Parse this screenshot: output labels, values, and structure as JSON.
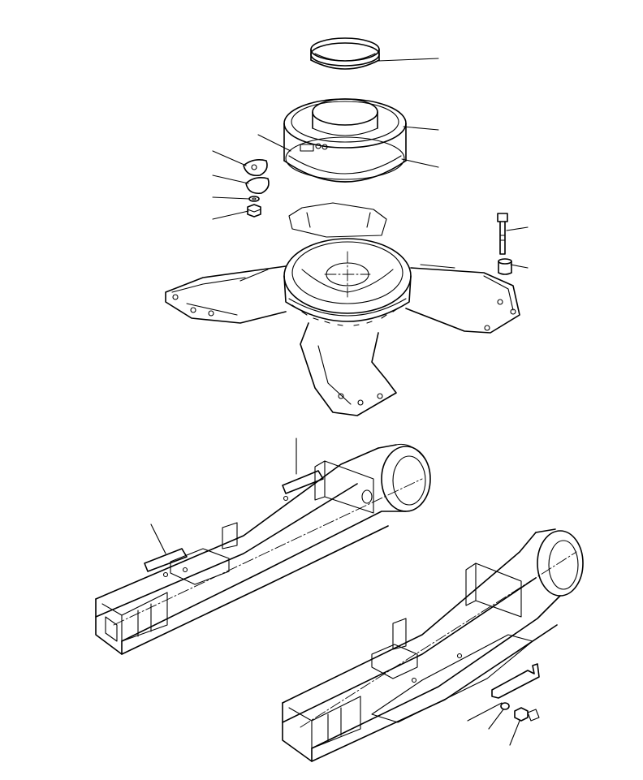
{
  "diagram": {
    "components": [
      {
        "name": "seal-ring",
        "icon": "ring-icon"
      },
      {
        "name": "swing-circle-outer-race",
        "icon": "bearing-icon"
      },
      {
        "name": "swing-circle-inner-race",
        "icon": "bearing-icon"
      },
      {
        "name": "plate",
        "icon": "plate-icon"
      },
      {
        "name": "gasket",
        "icon": "gasket-icon"
      },
      {
        "name": "washer",
        "icon": "washer-icon"
      },
      {
        "name": "nut",
        "icon": "nut-icon"
      },
      {
        "name": "bolt",
        "icon": "bolt-icon"
      },
      {
        "name": "spacer",
        "icon": "spacer-icon"
      },
      {
        "name": "track-frame-left",
        "icon": "frame-icon"
      },
      {
        "name": "track-frame-right",
        "icon": "frame-icon"
      },
      {
        "name": "guard-bracket",
        "icon": "bracket-icon"
      }
    ],
    "line_color": "#000000",
    "background_color": "#ffffff",
    "leader_line_count": 12
  }
}
